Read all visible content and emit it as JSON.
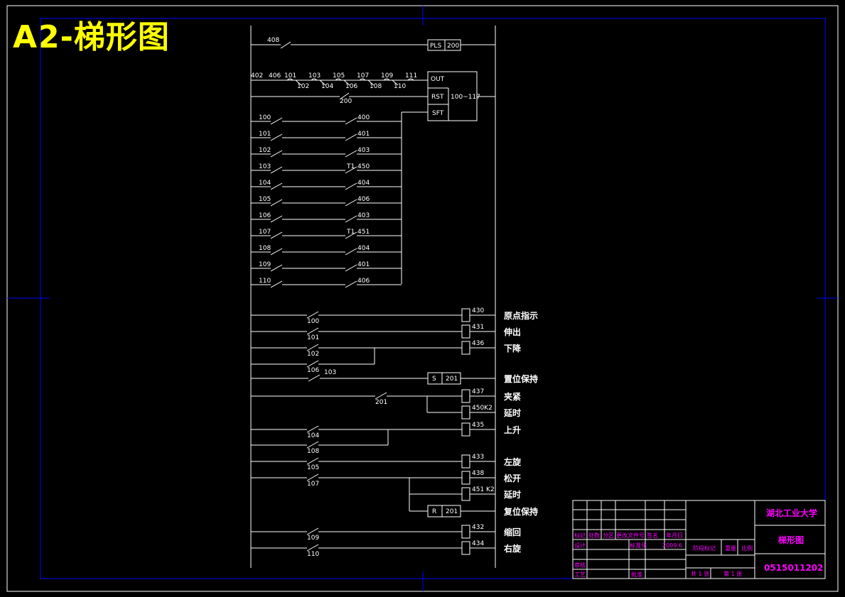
{
  "title": "A2-梯形图",
  "top_rungs": {
    "pls_input": "408",
    "pls_label": "PLS",
    "pls_value": "200",
    "chain_start": "402",
    "chain_first": "406",
    "chain_top": [
      "101",
      "103",
      "105",
      "107",
      "109",
      "111"
    ],
    "chain_bottom": [
      "102",
      "104",
      "106",
      "108",
      "110"
    ],
    "reset_contact": "200",
    "shift_out": "OUT",
    "shift_rst": "RST",
    "shift_sft": "SFT",
    "shift_range": "100~117",
    "pairs": [
      {
        "left": "100",
        "right": "400",
        "mark": ""
      },
      {
        "left": "101",
        "right": "401",
        "mark": ""
      },
      {
        "left": "102",
        "right": "403",
        "mark": ""
      },
      {
        "left": "103",
        "right": "450",
        "mark": "T1"
      },
      {
        "left": "104",
        "right": "404",
        "mark": ""
      },
      {
        "left": "105",
        "right": "406",
        "mark": ""
      },
      {
        "left": "106",
        "right": "403",
        "mark": ""
      },
      {
        "left": "107",
        "right": "451",
        "mark": "T1"
      },
      {
        "left": "108",
        "right": "404",
        "mark": ""
      },
      {
        "left": "109",
        "right": "401",
        "mark": ""
      },
      {
        "left": "110",
        "right": "406",
        "mark": ""
      }
    ]
  },
  "outputs": [
    {
      "contact": "100",
      "coil": "430",
      "desc": "原点指示"
    },
    {
      "contact": "101",
      "coil": "431",
      "desc": "伸出"
    },
    {
      "contact": "102",
      "coil": "436",
      "desc": "下降"
    },
    {
      "contact": "106",
      "coil": "",
      "desc": ""
    },
    {
      "contact": "103",
      "coil": "201",
      "set": "S",
      "desc": "置位保持"
    },
    {
      "contact": "201",
      "coil": "437",
      "desc": "夹紧"
    },
    {
      "contact": "",
      "coil": "450K2",
      "desc": "延时"
    },
    {
      "contact": "104",
      "coil": "435",
      "desc": "上升"
    },
    {
      "contact": "108",
      "coil": "",
      "desc": ""
    },
    {
      "contact": "105",
      "coil": "433",
      "desc": "左旋"
    },
    {
      "contact": "107",
      "coil": "438",
      "desc": "松开"
    },
    {
      "contact": "",
      "coil": "451 K2",
      "desc": "延时"
    },
    {
      "contact": "",
      "coil": "201",
      "set": "R",
      "desc": "复位保持"
    },
    {
      "contact": "109",
      "coil": "432",
      "desc": "缩回"
    },
    {
      "contact": "110",
      "coil": "434",
      "desc": "右旋"
    }
  ],
  "title_block": {
    "university": "湖北工业大学",
    "drawing_name": "梯形图",
    "drawing_no": "0515011202",
    "row_labels": [
      "标记",
      "处数",
      "分区",
      "更改文件号",
      "签名",
      "年月日"
    ],
    "design": "设计",
    "standard": "标准化",
    "date_value": "2009.6",
    "review": "审核",
    "process": "工艺",
    "approve": "批准",
    "stage": "阶段标记",
    "weight": "重量",
    "scale": "比例",
    "sheets_total": "共 1 张",
    "sheet_no": "第 1 张"
  },
  "colors": {
    "frame": "#0000ff",
    "line": "#ffffff",
    "title": "#ffff00",
    "block_text": "#ff00ff"
  }
}
